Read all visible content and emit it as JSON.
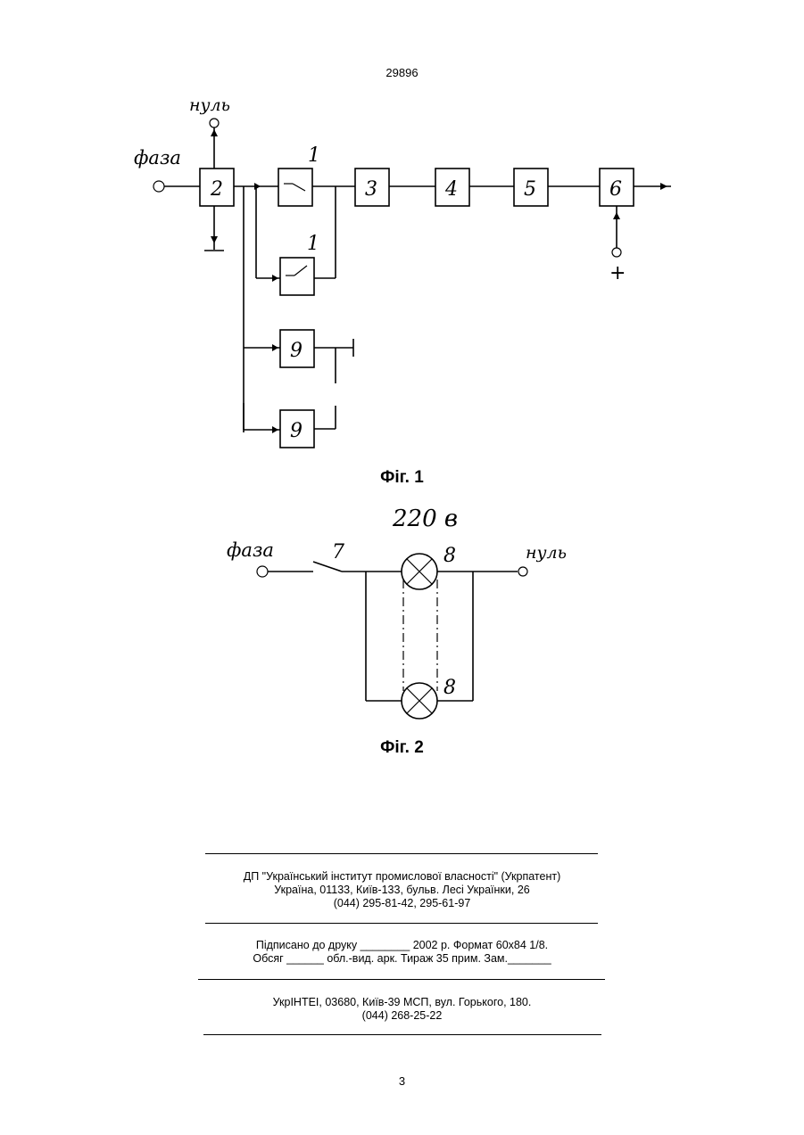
{
  "page": {
    "number_top": "29896",
    "number_bottom": "3"
  },
  "fig1": {
    "caption": "Фіг. 1",
    "label_faza": "фаза",
    "label_nul": "нуль",
    "label_plus": "+",
    "blocks": [
      "1",
      "1",
      "2",
      "3",
      "4",
      "5",
      "6",
      "9",
      "9"
    ]
  },
  "fig2": {
    "caption": "Фіг. 2",
    "label_voltage": "220 в",
    "label_faza": "фаза",
    "label_nul": "нуль",
    "label_switch": "7",
    "label_lamp_top": "8",
    "label_lamp_bottom": "8"
  },
  "footer": {
    "block1": {
      "line1": "ДП \"Український інститут промислової власності\" (Укрпатент)",
      "line2": "Україна, 01133, Київ-133, бульв. Лесі Українки, 26",
      "line3": "(044) 295-81-42, 295-61-97"
    },
    "block2": {
      "line1": "Підписано до друку ________ 2002 р.    Формат 60х84 1/8.",
      "line2": "Обсяг ______ обл.-вид. арк.   Тираж 35 прим.    Зам._______"
    },
    "block3": {
      "line1": "УкрІНТЕІ, 03680, Київ-39 МСП, вул. Горького, 180.",
      "line2": "(044) 268-25-22"
    }
  }
}
